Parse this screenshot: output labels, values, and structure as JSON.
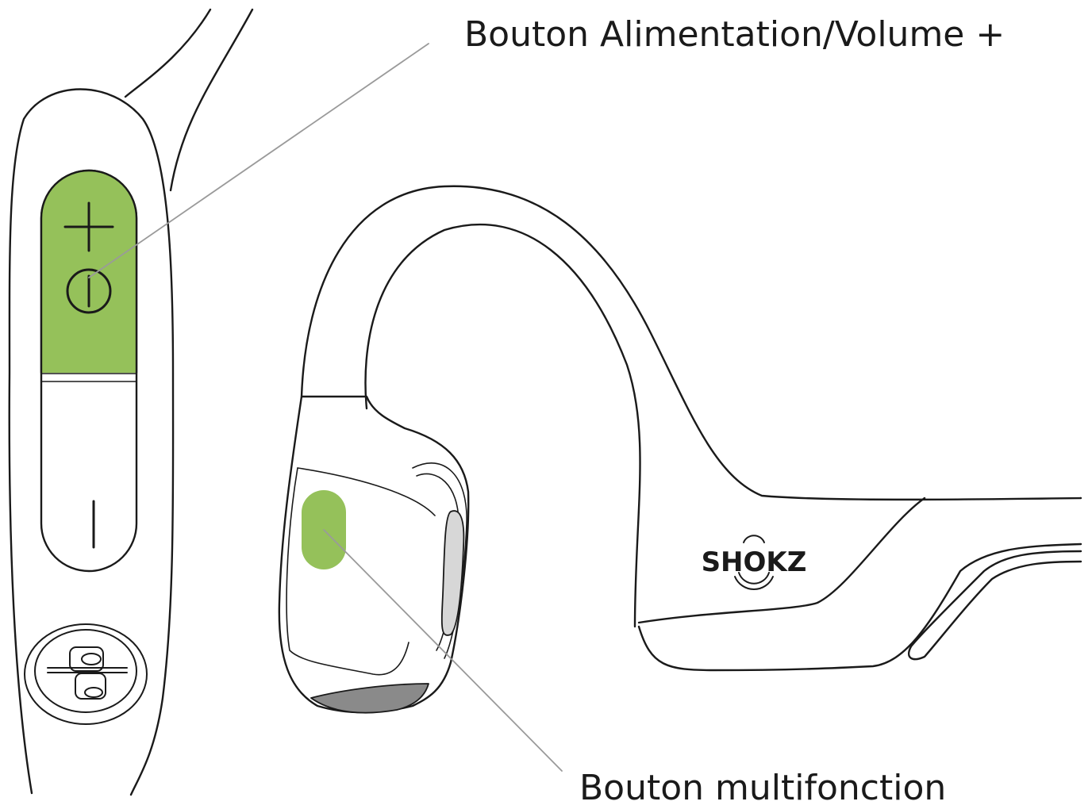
{
  "labels": {
    "power_volume_button": "Bouton Alimentation/Volume +",
    "multifunction_button": "Bouton multifonction"
  },
  "brand": {
    "logo_text": "SHOKZ"
  },
  "colors": {
    "button_highlight": "#95c15a",
    "outline": "#1a1a1a",
    "leader_line": "#9a9a9a",
    "background": "#ffffff"
  },
  "icons": {
    "volume_up": "plus-icon",
    "power": "power-icon",
    "volume_down": "minus-icon"
  }
}
